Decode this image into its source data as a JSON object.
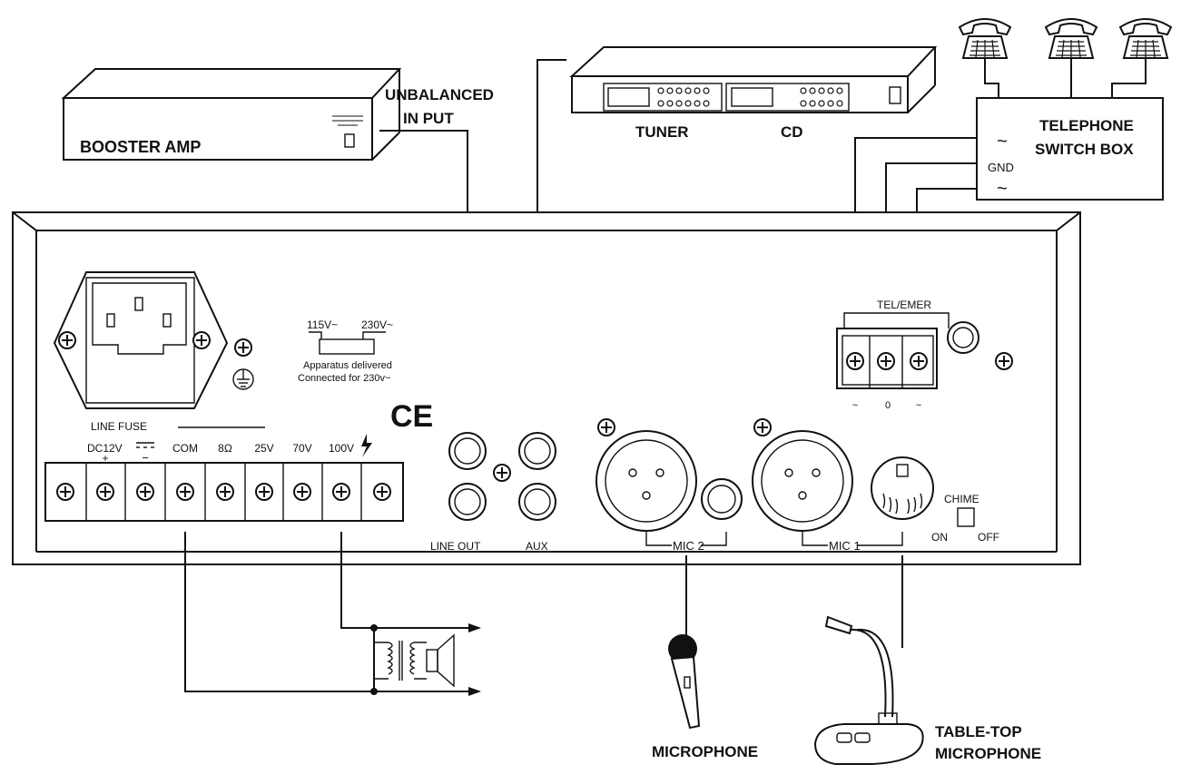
{
  "devices": {
    "booster_amp": "BOOSTER AMP",
    "unbalanced_input_line1": "UNBALANCED",
    "unbalanced_input_line2": "IN PUT",
    "tuner": "TUNER",
    "cd": "CD",
    "telephone_switch_box_line1": "TELEPHONE",
    "telephone_switch_box_line2": "SWITCH BOX",
    "switch_box_gnd": "GND",
    "switch_box_tilde": "~",
    "microphone": "MICROPHONE",
    "table_top_mic_line1": "TABLE-TOP",
    "table_top_mic_line2": "MICROPHONE"
  },
  "panel": {
    "voltage_115": "115V~",
    "voltage_230": "230V~",
    "apparatus_line1": "Apparatus  delivered",
    "apparatus_line2": "Connected for 230v~",
    "ce_mark": "CE",
    "line_fuse": "LINE FUSE",
    "terminals": [
      "DC12V",
      "",
      "COM",
      "8Ω",
      "25V",
      "70V",
      "100V",
      ""
    ],
    "dc_plus": "+",
    "dc_minus": "−",
    "tel_emer": "TEL/EMER",
    "tel_terminal_labels": [
      "~",
      "0",
      "~"
    ],
    "line_out": "LINE OUT",
    "aux": "AUX",
    "mic2": "MIC  2",
    "mic1": "MIC  1",
    "chime": "CHIME",
    "chime_on": "ON",
    "chime_off": "OFF"
  },
  "icons": [
    "screw-terminal-icon",
    "ground-icon",
    "telephone-icon",
    "speaker-transformer-icon",
    "xlr-connector-icon",
    "rca-jack-icon",
    "din-socket-icon",
    "lightning-icon",
    "power-socket-icon",
    "microphone-icon",
    "table-top-microphone-icon"
  ]
}
